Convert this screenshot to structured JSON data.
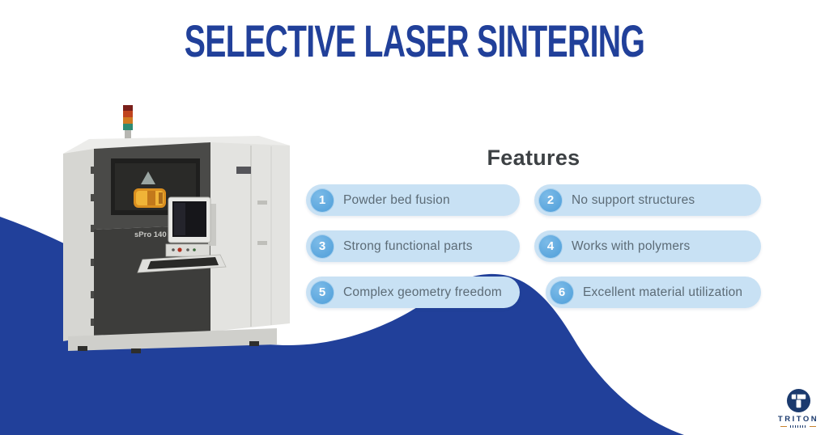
{
  "title": "SELECTIVE LASER SINTERING",
  "features": {
    "heading": "Features",
    "items": [
      {
        "number": "1",
        "label": "Powder bed fusion"
      },
      {
        "number": "2",
        "label": "No support structures"
      },
      {
        "number": "3",
        "label": "Strong functional parts"
      },
      {
        "number": "4",
        "label": "Works with polymers"
      },
      {
        "number": "5",
        "label": "Complex geometry freedom"
      },
      {
        "number": "6",
        "label": "Excellent material utilization"
      }
    ]
  },
  "machine": {
    "model_label": "sPro 140"
  },
  "logo": {
    "brand": "TRITON"
  },
  "colors": {
    "title_navy": "#21409A",
    "blob_navy": "#21409A",
    "pill_background": "#C8E1F4",
    "pill_number_blue": "#57A5DD",
    "pill_text_gray": "#5C6B76",
    "heading_gray": "#3D4144",
    "machine_window_amber": "#D98E1F",
    "logo_navy": "#1B3A6E",
    "logo_accent_orange": "#C8822D"
  }
}
